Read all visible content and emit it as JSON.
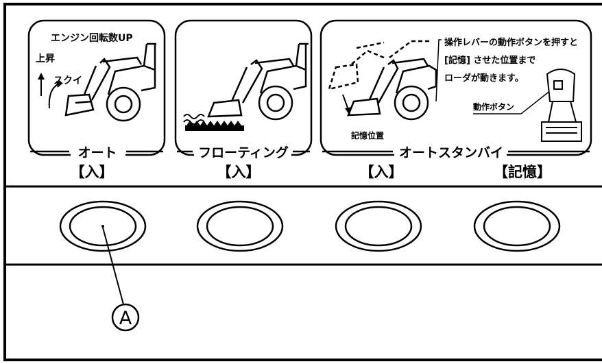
{
  "panels": [
    {
      "id": "auto",
      "notes": [
        "エンジン回転数UP",
        "上昇",
        "スクイ"
      ],
      "label": "オート"
    },
    {
      "id": "floating",
      "label": "フローティング"
    },
    {
      "id": "auto-standby",
      "notes": [
        "操作レバーの動作ボタンを押すと",
        "[記憶] させた位置まで",
        "ローダが動きます。",
        "動作ボタン",
        "記憶位置"
      ],
      "label": "オートスタンバイ"
    }
  ],
  "modes": [
    "【入】",
    "【入】",
    "【入】",
    "【記憶】"
  ],
  "callout": "A"
}
